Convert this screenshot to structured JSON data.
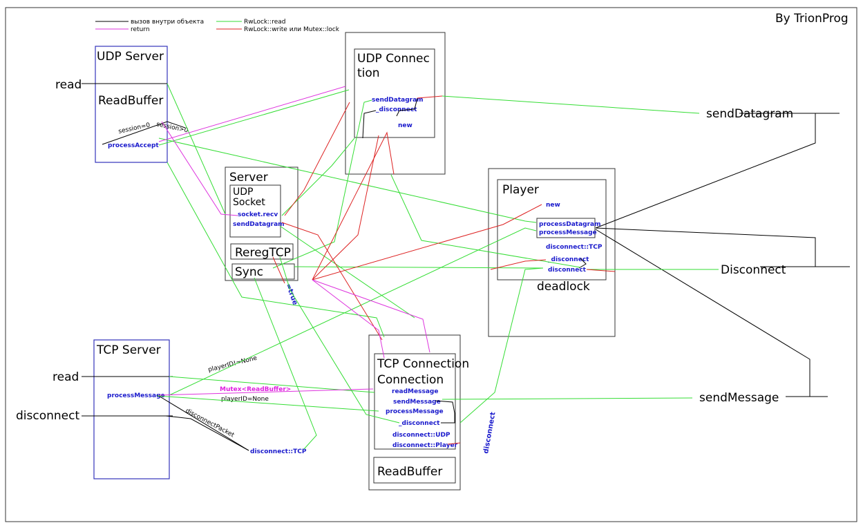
{
  "legend": {
    "call_inside": "вызов внутри объекта",
    "return": "return",
    "rw_read": "RwLock::read",
    "rw_write": "RwLock::write или Mutex::lock"
  },
  "credit": "By TrionProg",
  "udp_server": {
    "title": "UDP Server",
    "read_buffer": "ReadBuffer",
    "process_accept": "processAccept",
    "session0": "session=0",
    "session_gt0": "session>0"
  },
  "udp_connection": {
    "title_line1": "UDP Connec",
    "title_line2": "tion",
    "send_datagram": "sendDatagram",
    "disconnect": "_disconnect",
    "new": "new"
  },
  "server": {
    "title": "Server",
    "socket_line1": "UDP",
    "socket_line2": "Socket",
    "socket_recv": "socket.recv",
    "send_datagram": "sendDatagram",
    "rereg": "ReregTCP",
    "sync": "Sync"
  },
  "player": {
    "title": "Player",
    "new": "new",
    "process_datagram": "processDatagram",
    "process_message": "processMessage",
    "disconnect_tcp": "disconnect::TCP",
    "disconnect_priv": "_disconnect",
    "disconnect": "disconnect",
    "deadlock": "deadlock"
  },
  "tcp_server": {
    "title": "TCP  Server",
    "process_message": "processMessage",
    "disconnect_tcp": "disconnect::TCP",
    "player_id_not_none": "playerID!=None",
    "player_id_none": "playerID=None",
    "disconnect_packet": "disconnectPacket",
    "mutex": "Mutex<ReadBuffer>"
  },
  "tcp_connection": {
    "title_line1": "TCP Connection",
    "title_line2": "",
    "read_message": "readMessage",
    "send_message": "sendMessage",
    "process_message": "processMessage",
    "disconnect_priv": "_disconnect",
    "disconnect_udp": "disconnect::UDP",
    "disconnect_player": "disconnect::Player",
    "read_buffer": "ReadBuffer"
  },
  "external": {
    "read_udp": "read",
    "read_tcp": "read",
    "disconnect_left": "disconnect",
    "send_datagram": "sendDatagram",
    "disconnect_right": "Disconnect",
    "send_message": "sendMessage"
  },
  "floating": {
    "true_label": "=true",
    "disconnect_label": "disconnect"
  },
  "colors": {
    "green": "#33dd33",
    "red": "#dd2222",
    "magenta": "#dd33dd",
    "blue": "#1a1acc",
    "black": "#000000"
  }
}
